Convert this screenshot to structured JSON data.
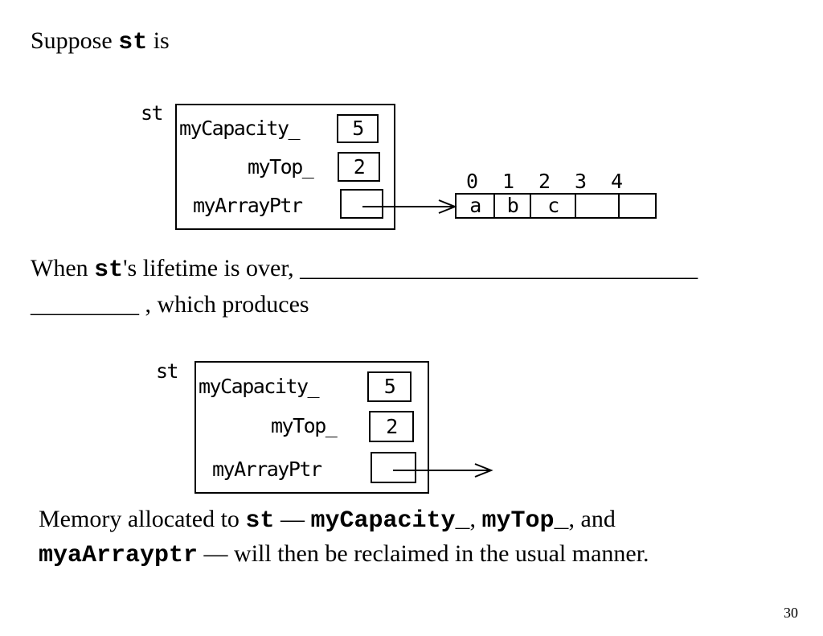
{
  "slide": {
    "intro": {
      "prefix": "Suppose ",
      "var": "st",
      "suffix": " is"
    },
    "diagram1": {
      "obj_label": "st",
      "fields": [
        {
          "name": "myCapacity_",
          "value": "5"
        },
        {
          "name": "myTop_",
          "value": "2"
        },
        {
          "name": "myArrayPtr",
          "value": ""
        }
      ],
      "array": {
        "indices": [
          "0",
          "1",
          "2",
          "3",
          "4"
        ],
        "cells": [
          "a",
          "b",
          "c",
          "",
          ""
        ]
      }
    },
    "middle": {
      "prefix": "When ",
      "var": "st",
      "line1_rest": "'s lifetime is over, _________________________________",
      "line2": "_________ , which produces"
    },
    "diagram2": {
      "obj_label": "st",
      "fields": [
        {
          "name": "myCapacity_",
          "value": "5"
        },
        {
          "name": "myTop_",
          "value": "2"
        },
        {
          "name": "myArrayPtr",
          "value": ""
        }
      ]
    },
    "conclusion": {
      "t1": "Memory allocated to ",
      "c1": "st",
      "t2": " — ",
      "c2": "myCapacity_",
      "t3": ", ",
      "c3": "myTop_",
      "t4": ", and",
      "c4": "myaArrayptr",
      "t5": " — will then be reclaimed in the usual manner."
    },
    "page_number": "30"
  }
}
